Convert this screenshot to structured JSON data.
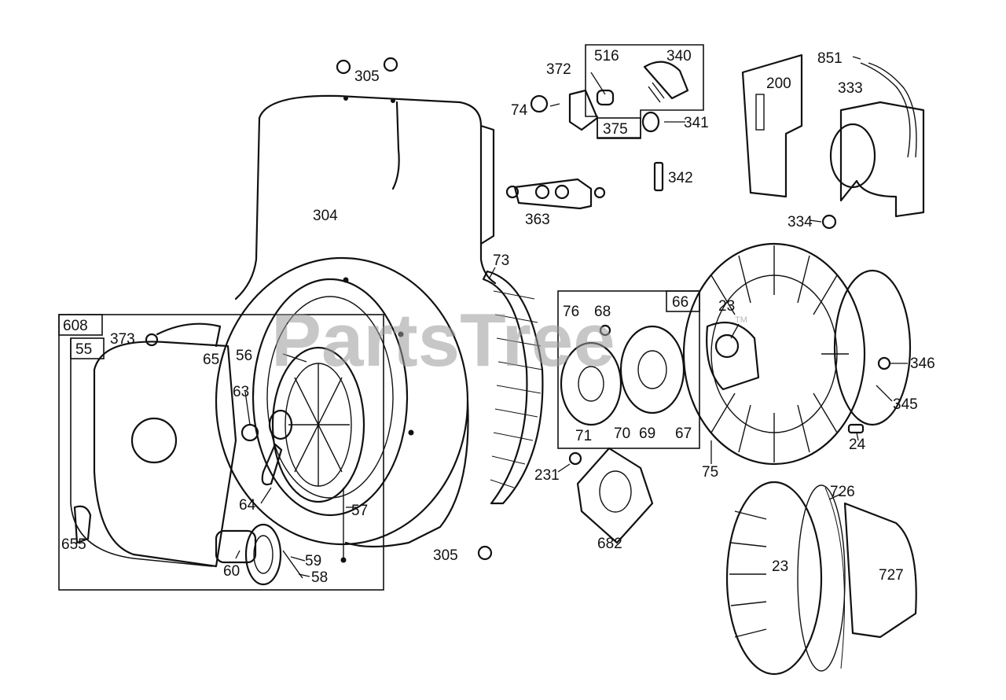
{
  "watermark": {
    "text": "PartsTree",
    "tm": "TM"
  },
  "labels": {
    "p305_top": "305",
    "p304": "304",
    "p372": "372",
    "p516": "516",
    "p340": "340",
    "p74": "74",
    "p375": "375",
    "p341": "341",
    "p851": "851",
    "p200": "200",
    "p333": "333",
    "p342": "342",
    "p363": "363",
    "p334": "334",
    "p73": "73",
    "p608": "608",
    "p55": "55",
    "p373": "373",
    "p65": "65",
    "p56": "56",
    "p63": "63",
    "p64": "64",
    "p57": "57",
    "p655": "655",
    "p60": "60",
    "p59": "59",
    "p58": "58",
    "p305_bottom": "305",
    "p76": "76",
    "p68": "68",
    "p66": "66",
    "p23_top": "23",
    "p346": "346",
    "p345": "345",
    "p71": "71",
    "p70": "70",
    "p69": "69",
    "p67": "67",
    "p75": "75",
    "p24": "24",
    "p231": "231",
    "p682": "682",
    "p726": "726",
    "p727": "727",
    "p23_bottom": "23"
  }
}
